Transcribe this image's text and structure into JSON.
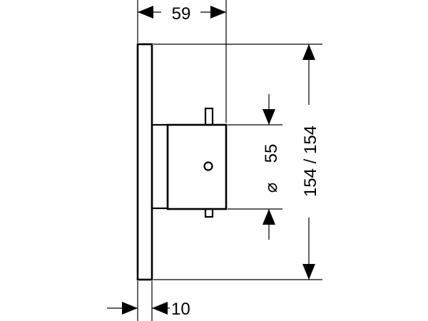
{
  "dimensions": {
    "overall_depth": "59",
    "diameter_symbol": "⌀",
    "diameter_value": "55",
    "plate_size": "154 / 154",
    "plate_thickness": "10"
  },
  "colors": {
    "line": "#000000",
    "background": "#ffffff"
  }
}
